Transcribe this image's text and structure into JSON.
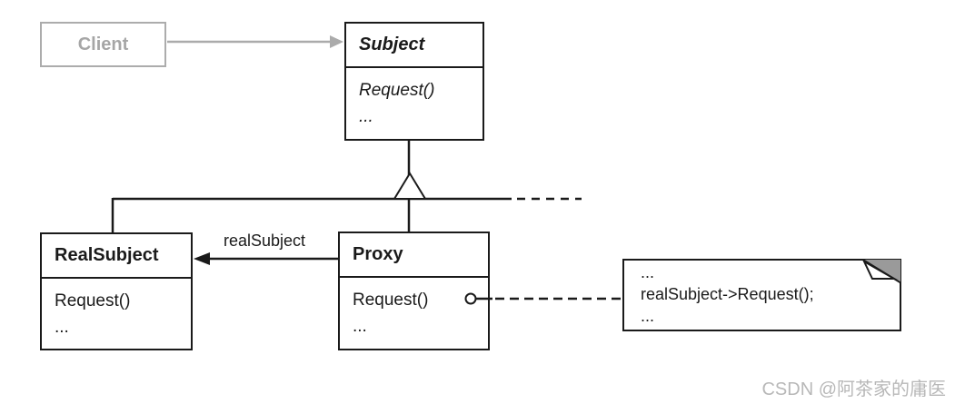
{
  "diagram": {
    "client": {
      "label": "Client"
    },
    "subject": {
      "title": "Subject",
      "methods": [
        "Request()",
        "..."
      ]
    },
    "real_subject": {
      "title": "RealSubject",
      "methods": [
        "Request()",
        "..."
      ]
    },
    "proxy": {
      "title": "Proxy",
      "methods": [
        "Request()",
        "..."
      ]
    },
    "association_label": "realSubject",
    "note": {
      "lines": [
        "...",
        "realSubject->Request();",
        "..."
      ]
    },
    "colors": {
      "line": "#1a1a1a",
      "muted_gray": "#a9a9a9",
      "note_fold_gray": "#9a9a9a",
      "watermark_gray": "#b8b8b8"
    }
  },
  "watermark": {
    "text": "CSDN @阿茶家的庸医"
  }
}
